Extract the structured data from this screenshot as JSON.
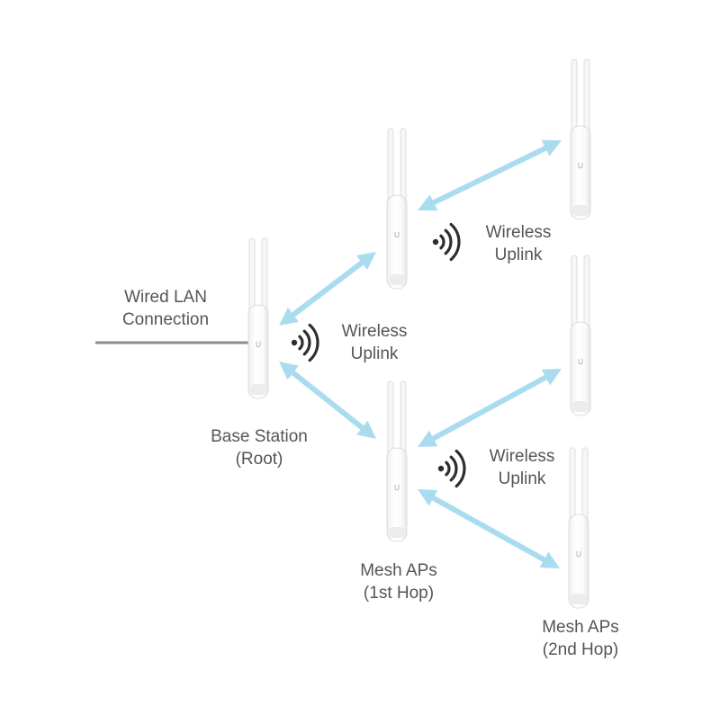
{
  "colors": {
    "arrow": "#a9dcef",
    "wired": "#8c8c8c",
    "text": "#555555",
    "signal": "#2e2e2e",
    "device_body": "#fdfdfd",
    "device_outline": "#dcdcdc"
  },
  "labels": {
    "wired_lan": [
      "Wired LAN",
      "Connection"
    ],
    "base_station": [
      "Base Station",
      "(Root)"
    ],
    "mesh_1st": [
      "Mesh APs",
      "(1st Hop)"
    ],
    "mesh_2nd": [
      "Mesh APs",
      "(2nd Hop)"
    ],
    "uplink_root": [
      "Wireless",
      "Uplink"
    ],
    "uplink_top": [
      "Wireless",
      "Uplink"
    ],
    "uplink_bottom": [
      "Wireless",
      "Uplink"
    ]
  },
  "icons": {
    "device": "access-point-icon",
    "signal": "wifi-signal-icon",
    "logo": "ubiquiti-u-logo-icon"
  }
}
